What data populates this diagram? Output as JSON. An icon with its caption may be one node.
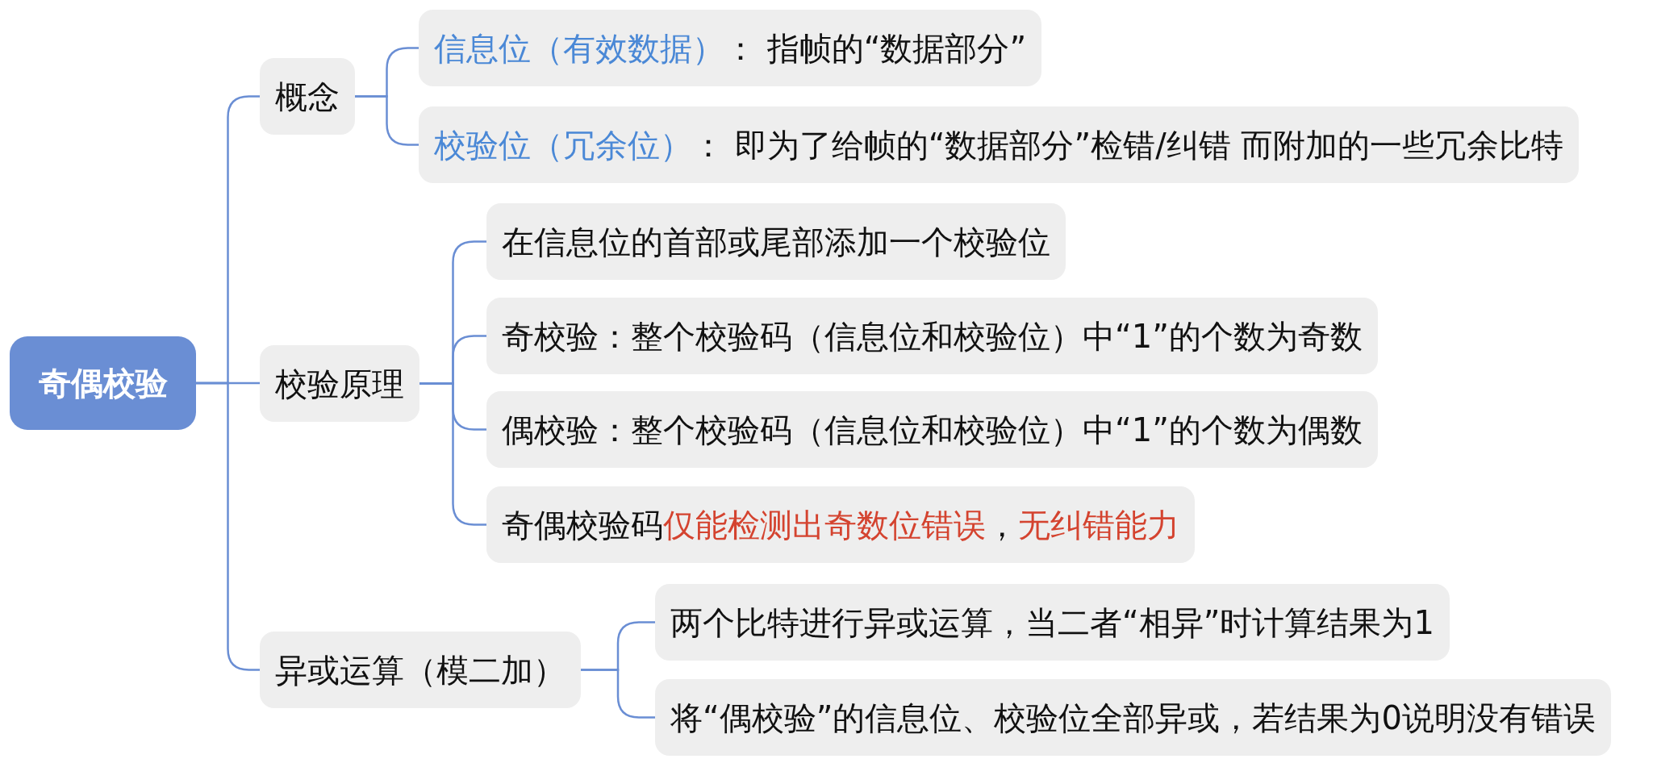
{
  "diagram": {
    "nodes": [
      {
        "text": [
          "奇偶校验"
        ]
      },
      {
        "text": [
          "概念"
        ]
      },
      {
        "text": [
          "信息位（有效数据）",
          "： 指帧的“数据部分”"
        ]
      },
      {
        "text": [
          "校验位（冗余位）",
          "： 即为了给帧的“数据部分”检错/纠错 而附加的一些冗余比特"
        ]
      },
      {
        "text": [
          "校验原理"
        ]
      },
      {
        "text": [
          "在信息位的首部或尾部添加一个校验位"
        ]
      },
      {
        "text": [
          "奇校验：整个校验码（信息位和校验位）中“1”的个数为奇数"
        ]
      },
      {
        "text": [
          "偶校验：整个校验码（信息位和校验位）中“1”的个数为偶数"
        ]
      },
      {
        "text": [
          "奇偶校验码",
          "仅能检测出奇数位错误",
          "，",
          "无纠错能力"
        ]
      },
      {
        "text": [
          "异或运算（模二加）"
        ]
      },
      {
        "text": [
          "两个比特进行异或运算，当二者“相异”时计算结果为1"
        ]
      },
      {
        "text": [
          "将“偶校验”的信息位、校验位全部异或，若结果为0说明没有错误"
        ]
      }
    ],
    "edges": [
      {
        "from": 0,
        "to": 1,
        "arrow": "none"
      },
      {
        "from": 0,
        "to": 4,
        "arrow": "none"
      },
      {
        "from": 0,
        "to": 9,
        "arrow": "none"
      },
      {
        "from": 1,
        "to": 2,
        "arrow": "none"
      },
      {
        "from": 1,
        "to": 3,
        "arrow": "none"
      },
      {
        "from": 4,
        "to": 5,
        "arrow": "none"
      },
      {
        "from": 4,
        "to": 6,
        "arrow": "none"
      },
      {
        "from": 4,
        "to": 7,
        "arrow": "none"
      },
      {
        "from": 4,
        "to": 8,
        "arrow": "none"
      },
      {
        "from": 9,
        "to": 10,
        "arrow": "none"
      },
      {
        "from": 9,
        "to": 11,
        "arrow": "none"
      }
    ]
  }
}
